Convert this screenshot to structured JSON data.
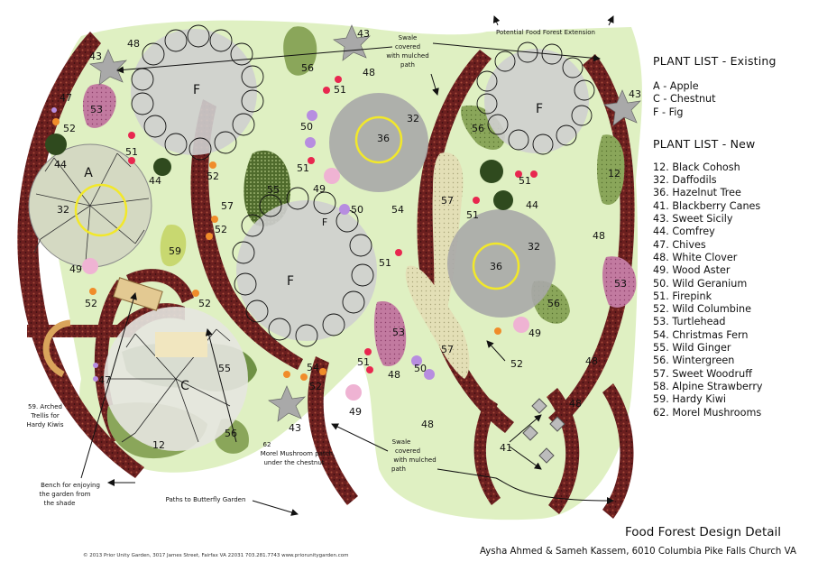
{
  "legend": {
    "existing_title": "PLANT LIST - Existing",
    "existing": [
      "A - Apple",
      "C - Chestnut",
      "F - Fig"
    ],
    "new_title": "PLANT LIST - New",
    "new": [
      "12. Black Cohosh",
      "32. Daffodils",
      "36. Hazelnut Tree",
      "41. Blackberry Canes",
      "43. Sweet Sicily",
      "44. Comfrey",
      "47. Chives",
      "48. White Clover",
      "49. Wood Aster",
      "50. Wild Geranium",
      "51. Firepink",
      "52. Wild Columbine",
      "53. Turtlehead",
      "54. Christmas Fern",
      "55. Wild Ginger",
      "56. Wintergreen",
      "57. Sweet Woodruff",
      "58. Alpine Strawberry",
      "59. Hardy Kiwi",
      "62. Morel Mushrooms"
    ]
  },
  "title": "Food Forest Design Detail",
  "credit": "Aysha Ahmed & Sameh Kassem, 6010 Columbia Pike Falls Church VA",
  "copyright": "© 2013 Prior Unity Garden, 3017 James Street, Fairfax VA 22031 703.281.7743 www.priorunitygarden.com",
  "annotations": {
    "extension": "Potential Food Forest Extension",
    "swale_top": [
      "Swale",
      "covered",
      "with mulched",
      "path"
    ],
    "swale_bottom": [
      "Swale",
      "covered",
      "with mulched",
      "path"
    ],
    "trellis": [
      "59. Arched",
      "Trellis for",
      "Hardy Kiwis"
    ],
    "bench": [
      "Bench for enjoying",
      "the garden from",
      "the shade"
    ],
    "morel": [
      "62",
      "Morel Mushroom patch,",
      "under the chestnut"
    ],
    "paths": "Paths to Butterfly Garden"
  },
  "tree_labels": {
    "apple": "A",
    "chestnut": "C",
    "fig_top": "F",
    "fig_mid": "F",
    "fig_right": "F"
  },
  "colors": {
    "mulch": "#6b1f1f",
    "clover": "#dff0c2",
    "fern_patch": "#8aa65a",
    "turtlehead": "#c27aa0",
    "woodruff": "#e3dfb6",
    "daffodil_ring": "#f2e82a",
    "firepink": "#e8274f",
    "aster": "#efb3d3",
    "geranium": "#b78de0",
    "columbine": "#f08c2a"
  },
  "labels": [
    {
      "t": "48"
    },
    {
      "t": "43"
    },
    {
      "t": "47"
    },
    {
      "t": "52"
    },
    {
      "t": "53"
    },
    {
      "t": "44"
    },
    {
      "t": "51"
    },
    {
      "t": "44"
    },
    {
      "t": "32"
    },
    {
      "t": "52"
    },
    {
      "t": "57"
    },
    {
      "t": "52"
    },
    {
      "t": "59"
    },
    {
      "t": "49"
    },
    {
      "t": "52"
    },
    {
      "t": "52"
    },
    {
      "t": "F"
    },
    {
      "t": "56"
    },
    {
      "t": "43"
    },
    {
      "t": "48"
    },
    {
      "t": "51"
    },
    {
      "t": "50"
    },
    {
      "t": "51"
    },
    {
      "t": "49"
    },
    {
      "t": "55"
    },
    {
      "t": "50"
    },
    {
      "t": "36"
    },
    {
      "t": "32"
    },
    {
      "t": "54"
    },
    {
      "t": "51"
    },
    {
      "t": "57"
    },
    {
      "t": "53"
    },
    {
      "t": "57"
    },
    {
      "t": "48"
    },
    {
      "t": "51"
    },
    {
      "t": "50"
    },
    {
      "t": "54"
    },
    {
      "t": "52"
    },
    {
      "t": "55"
    },
    {
      "t": "43"
    },
    {
      "t": "56"
    },
    {
      "t": "12"
    },
    {
      "t": "49"
    },
    {
      "t": "47"
    },
    {
      "t": "48"
    },
    {
      "t": "56"
    },
    {
      "t": "51"
    },
    {
      "t": "44"
    },
    {
      "t": "51"
    },
    {
      "t": "36"
    },
    {
      "t": "32"
    },
    {
      "t": "56"
    },
    {
      "t": "49"
    },
    {
      "t": "52"
    },
    {
      "t": "48"
    },
    {
      "t": "43"
    },
    {
      "t": "12"
    },
    {
      "t": "48"
    },
    {
      "t": "53"
    },
    {
      "t": "48"
    },
    {
      "t": "41"
    }
  ]
}
